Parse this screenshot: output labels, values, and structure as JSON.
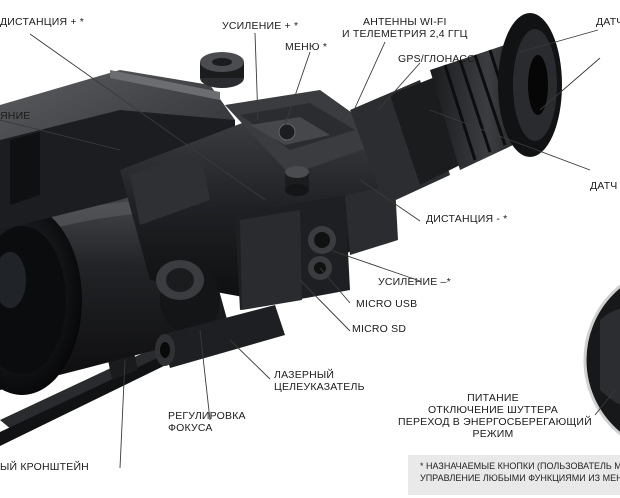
{
  "labels": {
    "distance_plus": "ДИСТАНЦИЯ + *",
    "gain_plus": "УСИЛЕНИЕ + *",
    "menu": "МЕНЮ *",
    "antenna_line1": "АНТЕННЫ WI-FI",
    "antenna_line2": "И ТЕЛЕМЕТРИЯ 2,4 ГГЦ",
    "gps": "GPS/ГЛОНАСС",
    "sensor_top": "ДАТЧ",
    "sensor_mid": "ДАТЧ",
    "distance_minus": "ДИСТАНЦИЯ - *",
    "gain_minus": "УСИЛЕНИЕ –*",
    "micro_usb": "MICRO USB",
    "micro_sd": "MICRO SD",
    "laser_line1": "ЛАЗЕРНЫЙ",
    "laser_line2": "ЦЕЛЕУКАЗАТЕЛЬ",
    "focus_line1": "РЕГУЛИРОВКА",
    "focus_line2": "ФОКУСА",
    "bracket": "ЫЙ КРОНШТЕЙН",
    "power_line1": "ПИТАНИЕ",
    "power_line2": "ОТКЛЮЧЕНИЕ ШУТТЕРА",
    "power_line3": "ПЕРЕХОД В ЭНЕРГОСБЕРЕГАЮЩИЙ",
    "power_line4": "РЕЖИМ",
    "left_top": "ЯНИЕ"
  },
  "footnote": {
    "line1": "* НАЗНАЧАЕМЫЕ КНОПКИ (ПОЛЬЗОВАТЕЛЬ МО",
    "line2": "УПРАВЛЕНИЕ ЛЮБЫМИ ФУНКЦИЯМИ ИЗ МЕНЮ"
  },
  "colors": {
    "body_dark": "#1c1d1f",
    "body_mid": "#2e3033",
    "leader_line": "#3a3a3a",
    "footnote_bg": "#e9e9e9"
  }
}
